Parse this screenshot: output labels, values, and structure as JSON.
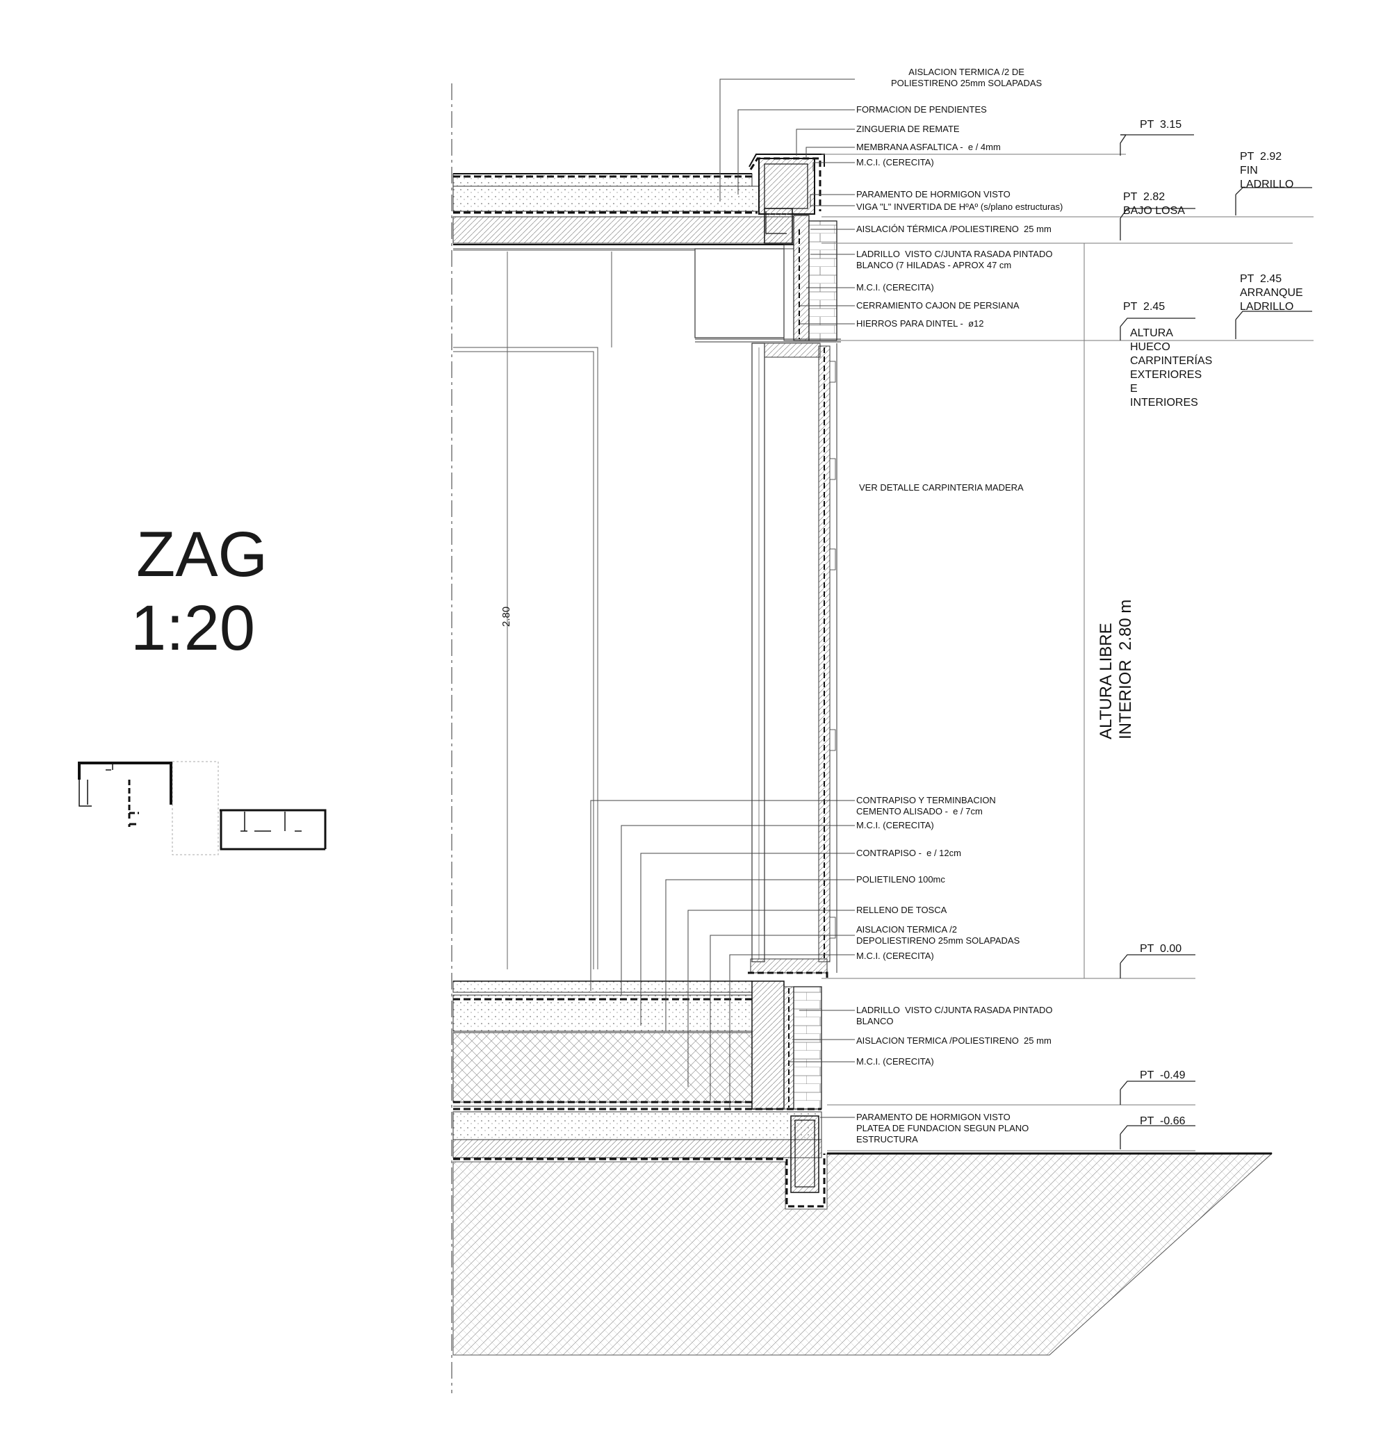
{
  "title": {
    "code": "ZAG",
    "scale": "1:20"
  },
  "notes": [
    "AISLACION TERMICA /2 DE\nPOLIESTIRENO 25mm SOLAPADAS",
    "FORMACION DE PENDIENTES",
    "ZINGUERIA DE REMATE",
    "MEMBRANA ASFALTICA -  e / 4mm",
    "M.C.I. (CERECITA)",
    "PARAMENTO DE HORMIGON VISTO",
    "VIGA \"L\" INVERTIDA DE HºAº (s/plano estructuras)",
    "AISLACIÓN TÉRMICA /POLIESTIRENO  25 mm",
    "LADRILLO  VISTO C/JUNTA RASADA PINTADO\nBLANCO (7 HILADAS - APROX 47 cm",
    "M.C.I. (CERECITA)",
    "CERRAMIENTO CAJON DE PERSIANA",
    "HIERROS PARA DINTEL -  ø12",
    "VER DETALLE CARPINTERIA MADERA",
    "CONTRAPISO Y TERMINBACION\nCEMENTO ALISADO -  e / 7cm",
    "M.C.I. (CERECITA)",
    "CONTRAPISO -  e / 12cm",
    "POLIETILENO 100mc",
    "RELLENO DE TOSCA",
    "AISLACION TERMICA /2\nDEPOLIESTIRENO 25mm SOLAPADAS",
    "M.C.I. (CERECITA)",
    "LADRILLO  VISTO C/JUNTA RASADA PINTADO\nBLANCO",
    "AISLACION TERMICA /POLIESTIRENO  25 mm",
    "M.C.I. (CERECITA)",
    "PARAMENTO DE HORMIGON VISTO\nPLATEA DE FUNDACION SEGUN PLANO\nESTRUCTURA"
  ],
  "levels": [
    "PT  3.15",
    "PT  2.92\nFIN\nLADRILLO",
    "PT  2.82\nBAJO LOSA",
    "PT  2.45\nARRANQUE\nLADRILLO",
    "PT  2.45",
    "ALTURA\nHUECO\nCARPINTERÍAS\nEXTERIORES\nE\nINTERIORES",
    "PT  0.00",
    "PT  -0.49",
    "PT  -0.66"
  ],
  "dimension": "2.80",
  "clear_height": "ALTURA LIBRE\nINTERIOR  2.80 m"
}
